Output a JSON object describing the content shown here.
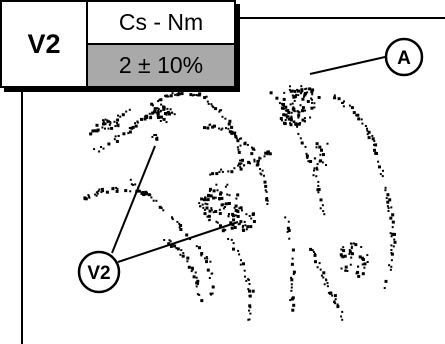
{
  "spec_table": {
    "code": "V2",
    "unit": "Cs - Nm",
    "value": "2 ± 10%",
    "value_background": "#a9a9a9"
  },
  "callouts": {
    "a_label": "A",
    "v2_label": "V2"
  }
}
